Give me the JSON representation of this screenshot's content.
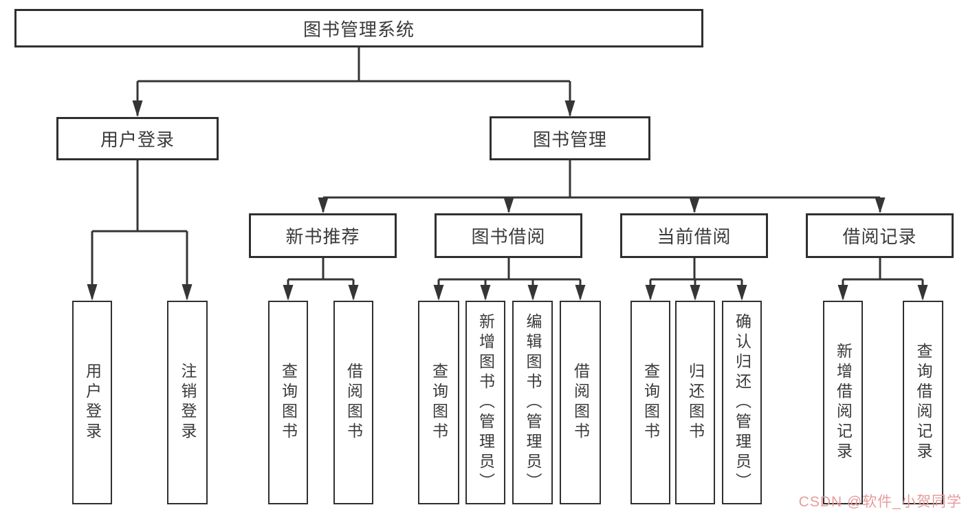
{
  "diagram": {
    "root": {
      "label": "图书管理系统"
    },
    "level2": [
      {
        "label": "用户登录"
      },
      {
        "label": "图书管理"
      }
    ],
    "user_login_children": [
      {
        "label": "用户登录"
      },
      {
        "label": "注销登录"
      }
    ],
    "level3": [
      {
        "label": "新书推荐"
      },
      {
        "label": "图书借阅"
      },
      {
        "label": "当前借阅"
      },
      {
        "label": "借阅记录"
      }
    ],
    "new_book_children": [
      {
        "label": "查询图书"
      },
      {
        "label": "借阅图书"
      }
    ],
    "book_borrow_children": [
      {
        "label": "查询图书"
      },
      {
        "label": "新增图书（管理员）"
      },
      {
        "label": "编辑图书（管理员）"
      },
      {
        "label": "借阅图书"
      }
    ],
    "current_borrow_children": [
      {
        "label": "查询图书"
      },
      {
        "label": "归还图书"
      },
      {
        "label": "确认归还（管理员）"
      }
    ],
    "borrow_record_children": [
      {
        "label": "新增借阅记录"
      },
      {
        "label": "查询借阅记录"
      }
    ]
  },
  "colors": {
    "line": "#353535",
    "box_border": "#2f2f2f",
    "text": "#3a3a3a",
    "watermark": "#e89b9b",
    "background": "#ffffff"
  },
  "watermark": {
    "text": "CSDN @软件_小贺同学"
  }
}
